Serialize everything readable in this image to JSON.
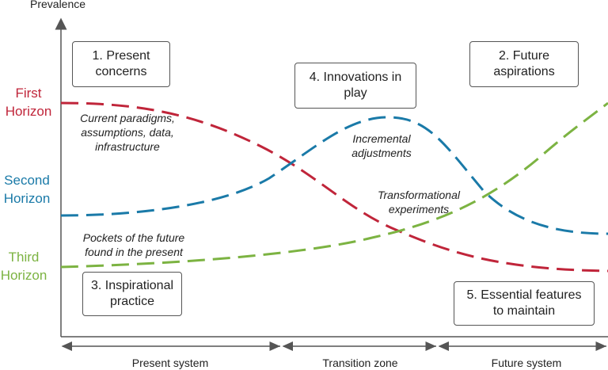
{
  "axis": {
    "y_label": "Prevalence"
  },
  "horizons": [
    {
      "line1": "First",
      "line2": "Horizon",
      "color": "#c0253a"
    },
    {
      "line1": "Second",
      "line2": "Horizon",
      "color": "#1a7aa8"
    },
    {
      "line1": "Third",
      "line2": "Horizon",
      "color": "#7cb342"
    }
  ],
  "boxes": [
    {
      "line1": "1.  Present",
      "line2": "concerns"
    },
    {
      "line1": "2. Future",
      "line2": "aspirations"
    },
    {
      "line1": "3. Inspirational",
      "line2": "practice"
    },
    {
      "line1": "4. Innovations in",
      "line2": "play"
    },
    {
      "line1": "5. Essential features",
      "line2": "to maintain"
    }
  ],
  "notes": {
    "current": [
      "Current paradigms,",
      "assumptions, data,",
      "infrastructure"
    ],
    "incremental": [
      "Incremental",
      "adjustments"
    ],
    "transformational": [
      "Transformational",
      "experiments"
    ],
    "pockets": [
      "Pockets of the future",
      "found in the present"
    ]
  },
  "zones": [
    "Present system",
    "Transition zone",
    "Future system"
  ]
}
